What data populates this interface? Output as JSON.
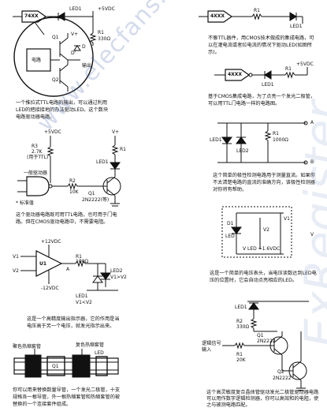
{
  "fig1": {
    "chip": "74XX",
    "led": "LED1",
    "vcc": "+5VDC",
    "r": "R1",
    "r_val": "330Ω",
    "q1": "Q1",
    "q2": "Q2",
    "vplus": "V+",
    "d": "D",
    "d2": "D'",
    "circuit": "电路",
    "output": "输出",
    "caption": "一个推拉式TTL电路的输出，可以通过利用LED的把接接地的办法驱动LED。这个数块电路驱动器电路。"
  },
  "fig2": {
    "vcc": "+5VDC",
    "r3": "R3",
    "r3_val": "2.7K",
    "r3_note": "(用于TTL)",
    "label_gate": "一般驱动器",
    "vplus": "V+",
    "r1": "R1",
    "led": "LED1",
    "r2": "R2",
    "r2_val": "10K",
    "q": "Q1",
    "q_part": "2N2222(等)",
    "note": "* 标准值",
    "caption": "这个驱动器电路既可用TTL电路，也可用于门电路。但在CMOS驱动电路中，不需要电阻。"
  },
  "fig3": {
    "v1": "V1",
    "v2": "V2",
    "pos": "+12VDC",
    "neg": "-12VDC",
    "u1": "U1",
    "r1": "R1",
    "r1_val": "100Ω",
    "a": "A",
    "led2": "LED2",
    "led2_cond": "V1>V2",
    "led1": "LED1",
    "led1_cond": "V1<V2",
    "caption": "这是一个高精度输出指示器，它的作用是当电压高于另一个电压，就发光指示出来。"
  },
  "fig4": {
    "label_shrink": "聚色热缩套管",
    "label_led": "复色热缩套管",
    "q1": "Q1",
    "led": "LED",
    "caption": "你可以用来替换数量导管，一个发光二极管，十支规格各一根导管，外一根热缩套管和热缩套管的被替换的一个连接套件组成。"
  },
  "fig5": {
    "chip": "4XXX",
    "r1": "R1",
    "led": "LED1",
    "caption": "不像TTL器件，用CMOS技术做成的集成电路，可以在灌电流或者拉电流的情况下驱动LED(如图所示)。"
  },
  "fig6": {
    "chip": "4XXX",
    "led": "LED1",
    "r1": "R1",
    "vcc": "+5VDC",
    "caption": "基于CMOS集成电路，为了点亮一个发光二极管，可以用TTL门电路一样的电路图。"
  },
  "fig7": {
    "a": "A",
    "b": "B",
    "led1": "LED1",
    "led2": "LED2",
    "r1": "R1",
    "r1_val": "1000Ω",
    "caption": "这个简单的极性检测电路用于测量直流。如果你不太清楚电路的直流的准确方向，该极性检测器对你将有帮助。"
  },
  "fig8": {
    "d1": "D1",
    "led": "LED",
    "v1": "V1",
    "v2": "V2",
    "vled": "V LED ≈1.6VDC",
    "v": "V",
    "caption": "这是一个简单的电压表头，当电压读数达到LED电压的位置时，它会自动点亮相应的LED。"
  },
  "fig9": {
    "led": "LED1",
    "r2": "R2",
    "r2_val": "330Ω",
    "q1": "Q1",
    "q1_part": "2N2222",
    "q2": "Q2",
    "q2_part": "2N2222",
    "r1": "R1",
    "r1_val": "20K",
    "input": "逻辑信号输入",
    "caption": "这个高灵敏度复合晶体管驱动发光二极管驱动器电路可以用作数字逻辑检测器，你可以高效和的电阻，使之与被测电路匹配。"
  },
  "watermark": {
    "site1": "www.elecfans.com",
    "site2": "ExRegister"
  }
}
